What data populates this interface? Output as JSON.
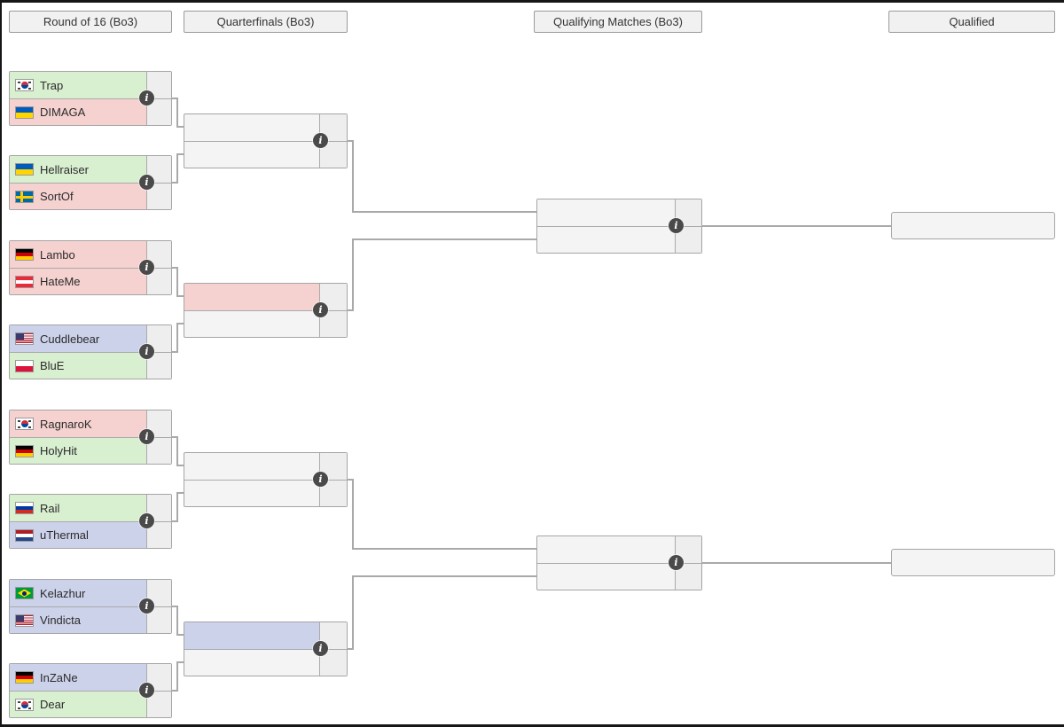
{
  "colors": {
    "protoss": "#d8efd0",
    "zerg": "#f5d2d0",
    "terran": "#ccd2ea",
    "empty": "#f4f4f4",
    "border": "#a5a5a5",
    "connector": "#a9a9a9",
    "info_icon_bg": "#4a4a4a"
  },
  "icons": {
    "info": "i"
  },
  "headers": [
    {
      "label": "Round of 16 (Bo3)"
    },
    {
      "label": "Quarterfinals (Bo3)"
    },
    {
      "label": "Qualifying Matches (Bo3)"
    },
    {
      "label": "Qualified"
    }
  ],
  "round_of_16": [
    {
      "players": [
        {
          "name": "Trap",
          "country": "South Korea",
          "flag": "kr",
          "race": "protoss",
          "score": ""
        },
        {
          "name": "DIMAGA",
          "country": "Ukraine",
          "flag": "ua",
          "race": "zerg",
          "score": ""
        }
      ]
    },
    {
      "players": [
        {
          "name": "Hellraiser",
          "country": "Ukraine",
          "flag": "ua",
          "race": "protoss",
          "score": ""
        },
        {
          "name": "SortOf",
          "country": "Sweden",
          "flag": "se",
          "race": "zerg",
          "score": ""
        }
      ]
    },
    {
      "players": [
        {
          "name": "Lambo",
          "country": "Germany",
          "flag": "de",
          "race": "zerg",
          "score": ""
        },
        {
          "name": "HateMe",
          "country": "Austria",
          "flag": "at",
          "race": "zerg",
          "score": ""
        }
      ]
    },
    {
      "players": [
        {
          "name": "Cuddlebear",
          "country": "United States",
          "flag": "us",
          "race": "terran",
          "score": ""
        },
        {
          "name": "BluE",
          "country": "Poland",
          "flag": "pl",
          "race": "protoss",
          "score": ""
        }
      ]
    },
    {
      "players": [
        {
          "name": "RagnaroK",
          "country": "South Korea",
          "flag": "kr",
          "race": "zerg",
          "score": ""
        },
        {
          "name": "HolyHit",
          "country": "Germany",
          "flag": "de",
          "race": "protoss",
          "score": ""
        }
      ]
    },
    {
      "players": [
        {
          "name": "Rail",
          "country": "Russia",
          "flag": "ru",
          "race": "protoss",
          "score": ""
        },
        {
          "name": "uThermal",
          "country": "Netherlands",
          "flag": "nl",
          "race": "terran",
          "score": ""
        }
      ]
    },
    {
      "players": [
        {
          "name": "Kelazhur",
          "country": "Brazil",
          "flag": "br",
          "race": "terran",
          "score": ""
        },
        {
          "name": "Vindicta",
          "country": "United States",
          "flag": "us",
          "race": "terran",
          "score": ""
        }
      ]
    },
    {
      "players": [
        {
          "name": "InZaNe",
          "country": "Germany",
          "flag": "de",
          "race": "terran",
          "score": ""
        },
        {
          "name": "Dear",
          "country": "South Korea",
          "flag": "kr",
          "race": "protoss",
          "score": ""
        }
      ]
    }
  ],
  "quarterfinals": [
    {
      "slots": [
        {
          "name": "",
          "race": "",
          "score": ""
        },
        {
          "name": "",
          "race": "",
          "score": ""
        }
      ]
    },
    {
      "slots": [
        {
          "name": "",
          "race": "zerg",
          "score": ""
        },
        {
          "name": "",
          "race": "",
          "score": ""
        }
      ]
    },
    {
      "slots": [
        {
          "name": "",
          "race": "",
          "score": ""
        },
        {
          "name": "",
          "race": "",
          "score": ""
        }
      ]
    },
    {
      "slots": [
        {
          "name": "",
          "race": "terran",
          "score": ""
        },
        {
          "name": "",
          "race": "",
          "score": ""
        }
      ]
    }
  ],
  "qualifying_matches": [
    {
      "slots": [
        {
          "name": "",
          "race": "",
          "score": ""
        },
        {
          "name": "",
          "race": "",
          "score": ""
        }
      ]
    },
    {
      "slots": [
        {
          "name": "",
          "race": "",
          "score": ""
        },
        {
          "name": "",
          "race": "",
          "score": ""
        }
      ]
    }
  ],
  "qualified": [
    {
      "name": ""
    },
    {
      "name": ""
    }
  ]
}
